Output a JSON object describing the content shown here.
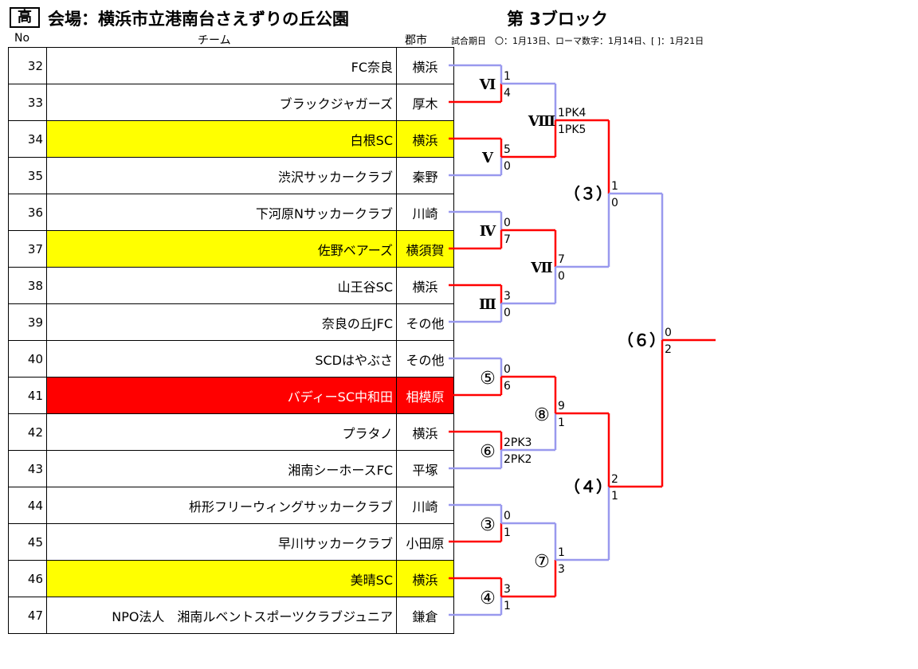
{
  "header": {
    "tag": "高",
    "venue": "会場：横浜市立港南台さえずりの丘公園",
    "block": "第 3ブロック",
    "col_no": "No",
    "col_team": "チーム",
    "col_city": "郡市",
    "legend": "試合期日　〇：1月13日、ローマ数字：1月14日、[ ]：1月21日"
  },
  "rows": [
    {
      "no": "32",
      "team": "FC奈良",
      "city": "横浜",
      "hl": ""
    },
    {
      "no": "33",
      "team": "ブラックジャガーズ",
      "city": "厚木",
      "hl": ""
    },
    {
      "no": "34",
      "team": "白根SC",
      "city": "横浜",
      "hl": "yellow"
    },
    {
      "no": "35",
      "team": "渋沢サッカークラブ",
      "city": "秦野",
      "hl": ""
    },
    {
      "no": "36",
      "team": "下河原Nサッカークラブ",
      "city": "川崎",
      "hl": ""
    },
    {
      "no": "37",
      "team": "佐野ベアーズ",
      "city": "横須賀",
      "hl": "yellow"
    },
    {
      "no": "38",
      "team": "山王谷SC",
      "city": "横浜",
      "hl": ""
    },
    {
      "no": "39",
      "team": "奈良の丘JFC",
      "city": "その他",
      "hl": ""
    },
    {
      "no": "40",
      "team": "SCDはやぶさ",
      "city": "その他",
      "hl": ""
    },
    {
      "no": "41",
      "team": "バディーSC中和田",
      "city": "相模原",
      "hl": "red"
    },
    {
      "no": "42",
      "team": "プラタノ",
      "city": "横浜",
      "hl": ""
    },
    {
      "no": "43",
      "team": "湘南シーホースFC",
      "city": "平塚",
      "hl": ""
    },
    {
      "no": "44",
      "team": "枡形フリーウィングサッカークラブ",
      "city": "川崎",
      "hl": ""
    },
    {
      "no": "45",
      "team": "早川サッカークラブ",
      "city": "小田原",
      "hl": ""
    },
    {
      "no": "46",
      "team": "美晴SC",
      "city": "横浜",
      "hl": "yellow"
    },
    {
      "no": "47",
      "team": "NPO法人　湘南ルベントスポーツクラブジュニア",
      "city": "鎌倉",
      "hl": ""
    }
  ],
  "bracket": {
    "r1": [
      {
        "label": "Ⅵ",
        "kind": "roman",
        "top": "1",
        "bot": "4",
        "winner": "bot"
      },
      {
        "label": "Ⅴ",
        "kind": "roman",
        "top": "5",
        "bot": "0",
        "winner": "top"
      },
      {
        "label": "Ⅳ",
        "kind": "roman",
        "top": "0",
        "bot": "7",
        "winner": "bot"
      },
      {
        "label": "Ⅲ",
        "kind": "roman",
        "top": "3",
        "bot": "0",
        "winner": "top"
      },
      {
        "label": "⑤",
        "kind": "circ",
        "top": "0",
        "bot": "6",
        "winner": "bot"
      },
      {
        "label": "⑥",
        "kind": "circ",
        "top": "2PK3",
        "bot": "2PK2",
        "winner": "top"
      },
      {
        "label": "③",
        "kind": "circ",
        "top": "0",
        "bot": "1",
        "winner": "bot"
      },
      {
        "label": "④",
        "kind": "circ",
        "top": "3",
        "bot": "1",
        "winner": "top"
      }
    ],
    "r2": [
      {
        "label": "Ⅷ",
        "kind": "roman",
        "top": "1PK4",
        "bot": "1PK5",
        "winner": "bot"
      },
      {
        "label": "Ⅶ",
        "kind": "roman",
        "top": "7",
        "bot": "0",
        "winner": "top"
      },
      {
        "label": "⑧",
        "kind": "circ",
        "top": "9",
        "bot": "1",
        "winner": "top"
      },
      {
        "label": "⑦",
        "kind": "circ",
        "top": "1",
        "bot": "3",
        "winner": "bot"
      }
    ],
    "r3": [
      {
        "label": "（３）",
        "kind": "paren",
        "top": "1",
        "bot": "0",
        "winner": "top"
      },
      {
        "label": "（４）",
        "kind": "paren",
        "top": "2",
        "bot": "1",
        "winner": "top"
      }
    ],
    "r4": [
      {
        "label": "（６）",
        "kind": "paren",
        "top": "0",
        "bot": "2",
        "winner": "bot"
      }
    ],
    "colors": {
      "win": "#ff0000",
      "lose": "#9999ee"
    }
  }
}
